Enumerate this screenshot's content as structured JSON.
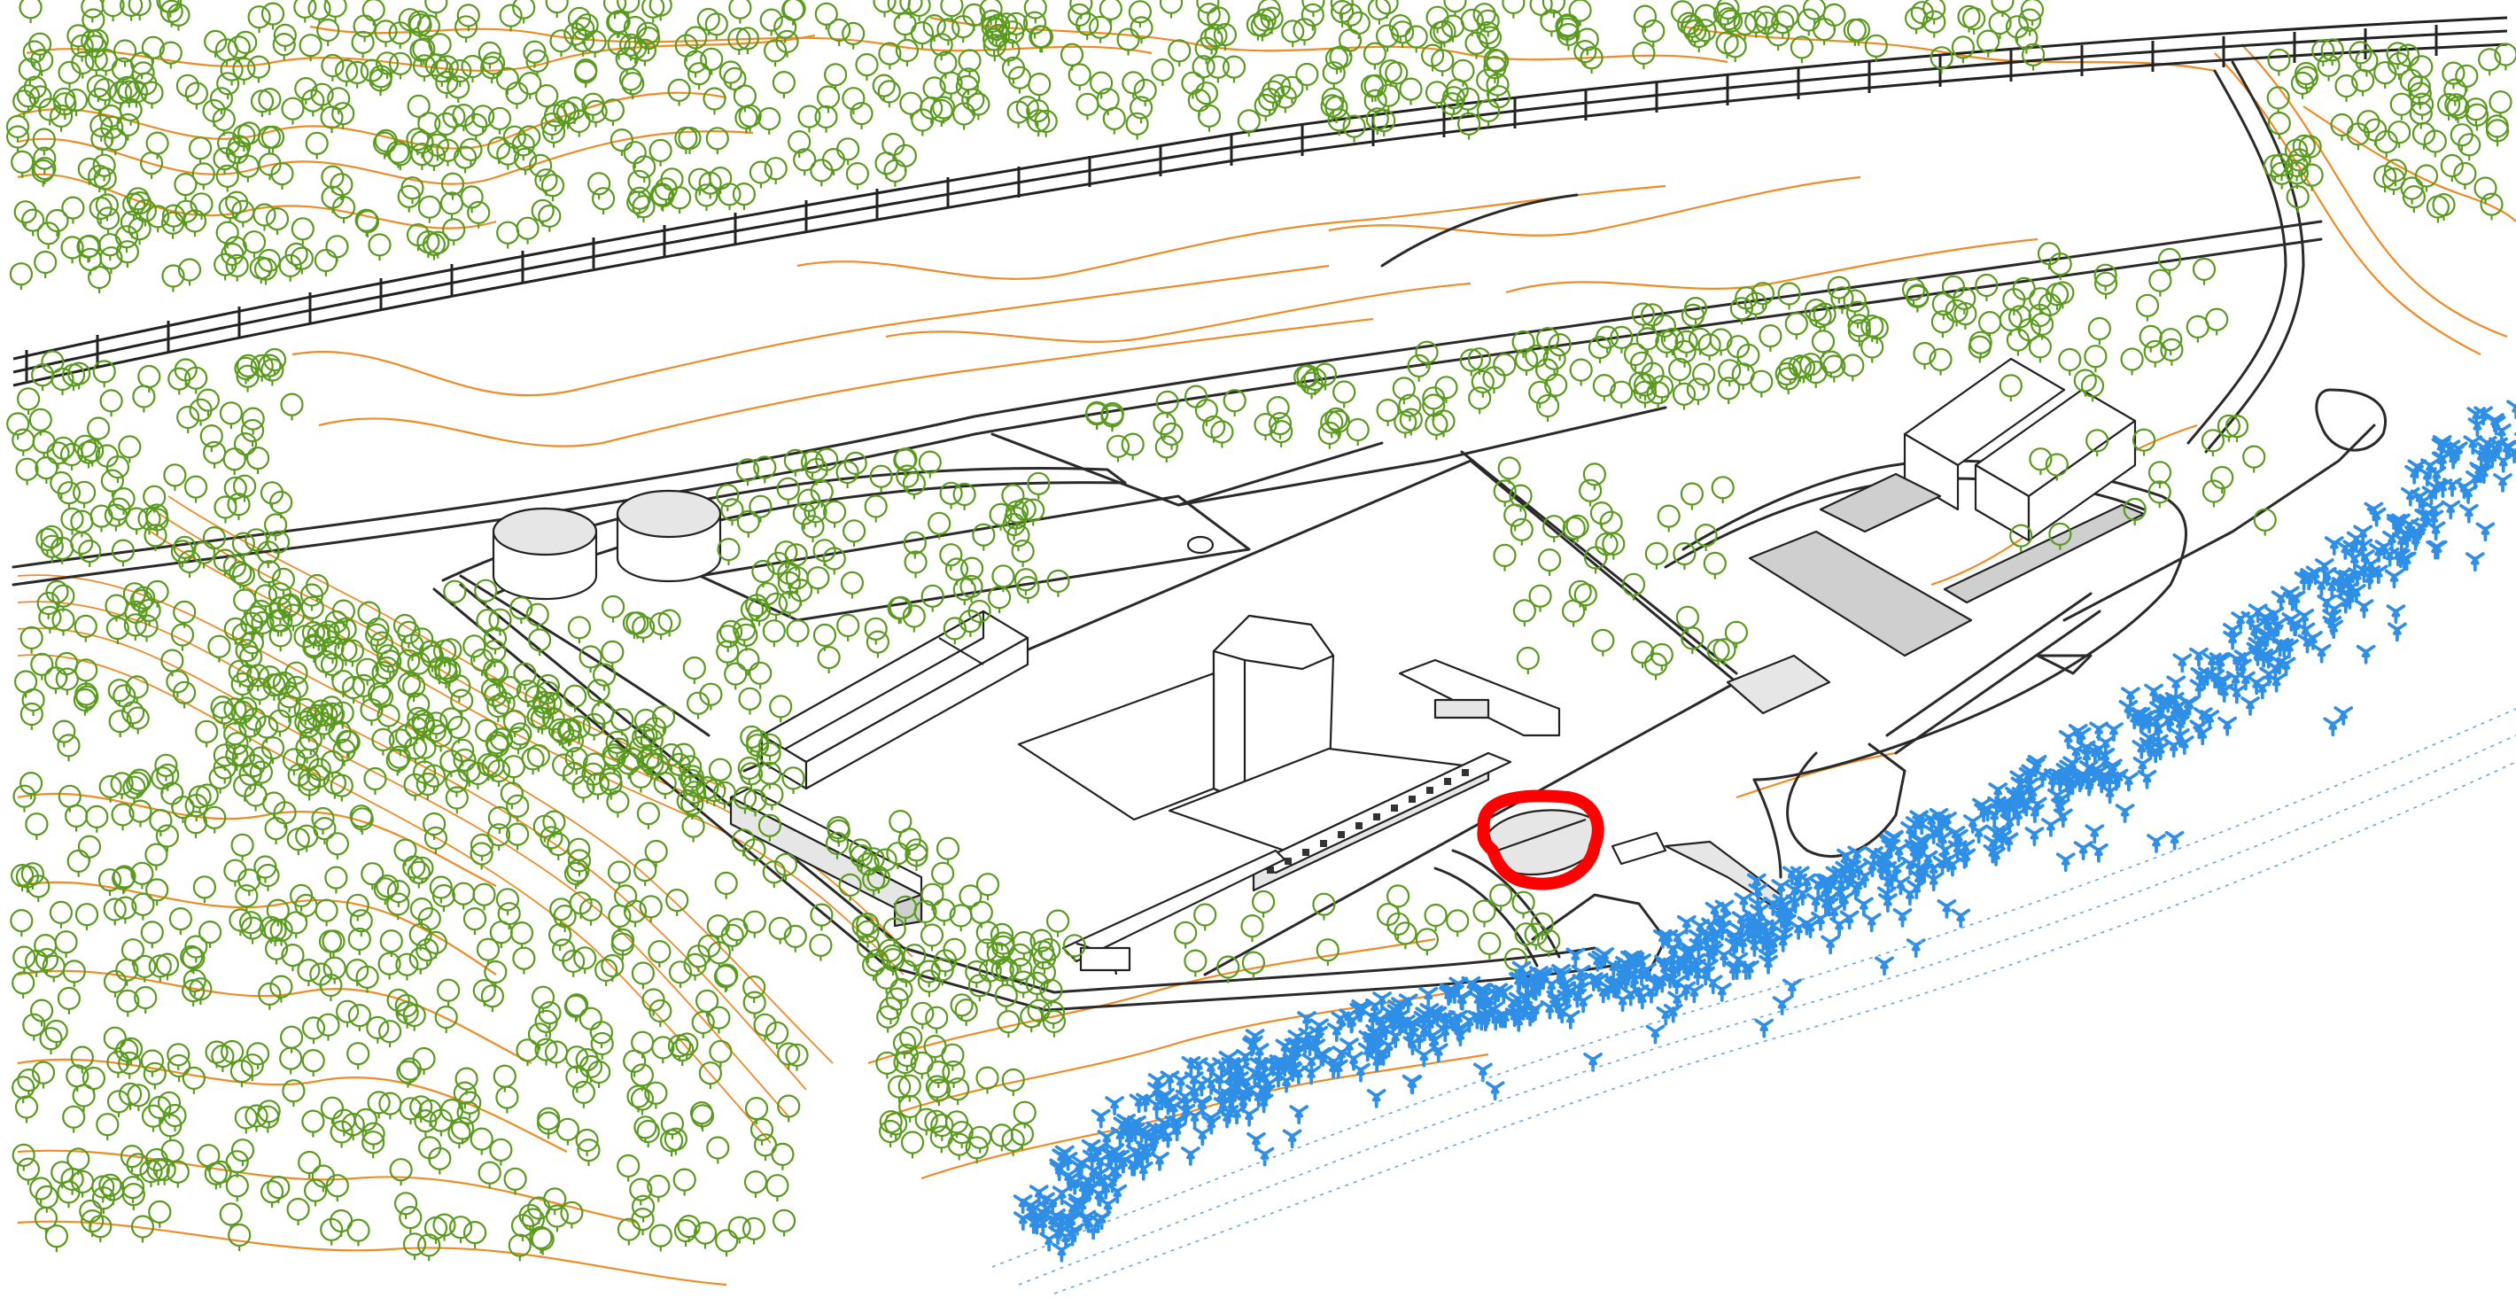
{
  "colors": {
    "background": "#ffffff",
    "contour": "#f08a24",
    "tree": "#5a9a1e",
    "road": "#2a2a2a",
    "building": "#222222",
    "tetrapod": "#2f8fe6",
    "highlight": "#ff0000"
  },
  "elements": {
    "railway": "railway-line",
    "highlight": "red-highlight-outline",
    "breakwater": "tetrapod-breakwater"
  }
}
